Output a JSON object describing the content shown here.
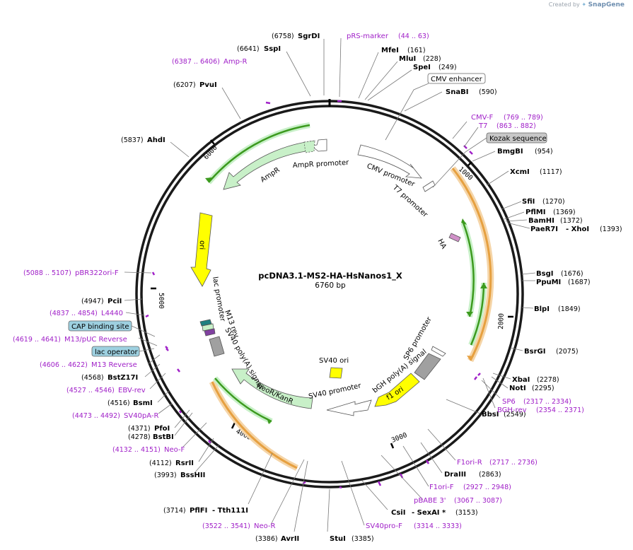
{
  "header": {
    "created_by": "Created by",
    "brand": "SnapGene"
  },
  "plasmid": {
    "name": "pcDNA3.1-MS2-HA-HsNanos1_X",
    "length_label": "6760 bp",
    "length": 6760
  },
  "ticks": [
    "1000",
    "2000",
    "3000",
    "4000",
    "5000",
    "6000"
  ],
  "sites": [
    {
      "name": "SgrDI",
      "pos": "(6758)"
    },
    {
      "name": "SspI",
      "pos": "(6641)"
    },
    {
      "name": "PvuI",
      "pos": "(6207)"
    },
    {
      "name": "AhdI",
      "pos": "(5837)"
    },
    {
      "name": "MfeI",
      "pos": "(161)"
    },
    {
      "name": "MluI",
      "pos": "(228)"
    },
    {
      "name": "SpeI",
      "pos": "(249)"
    },
    {
      "name": "SnaBI",
      "pos": "(590)"
    },
    {
      "name": "BmgBI",
      "pos": "(954)"
    },
    {
      "name": "XcmI",
      "pos": "(1117)"
    },
    {
      "name": "SfiI",
      "pos": "(1270)"
    },
    {
      "name": "PflMI",
      "pos": "(1369)"
    },
    {
      "name": "BamHI",
      "pos": "(1372)"
    },
    {
      "name": "PaeR7I",
      "pos": "(1393)",
      "extra": "- XhoI"
    },
    {
      "name": "BsgI",
      "pos": "(1676)"
    },
    {
      "name": "PpuMI",
      "pos": "(1687)"
    },
    {
      "name": "BlpI",
      "pos": "(1849)"
    },
    {
      "name": "BsrGI",
      "pos": "(2075)"
    },
    {
      "name": "XbaI",
      "pos": "(2278)"
    },
    {
      "name": "NotI",
      "pos": "(2295)"
    },
    {
      "name": "BbsI",
      "pos": "(2549)"
    },
    {
      "name": "DraIII",
      "pos": "(2863)"
    },
    {
      "name": "CsiI",
      "pos": "(3153)",
      "extra": "- SexAI *"
    },
    {
      "name": "StuI",
      "pos": "(3385)"
    },
    {
      "name": "AvrII",
      "pos": "(3386)"
    },
    {
      "name": "PflFI",
      "pos": "(3714)",
      "extra": "- Tth111I"
    },
    {
      "name": "BssHII",
      "pos": "(3993)"
    },
    {
      "name": "RsrII",
      "pos": "(4112)"
    },
    {
      "name": "BstBI",
      "pos": "(4278)"
    },
    {
      "name": "PfoI",
      "pos": "(4371)"
    },
    {
      "name": "BsmI",
      "pos": "(4516)"
    },
    {
      "name": "BstZ17I",
      "pos": "(4568)"
    },
    {
      "name": "PciI",
      "pos": "(4947)"
    }
  ],
  "primers": [
    {
      "name": "pRS-marker",
      "range": "(44 .. 63)"
    },
    {
      "name": "Amp-R",
      "range": "(6387 .. 6406)"
    },
    {
      "name": "CMV-F",
      "range": "(769 .. 789)"
    },
    {
      "name": "T7",
      "range": "(863 .. 882)"
    },
    {
      "name": "SP6",
      "range": "(2317 .. 2334)"
    },
    {
      "name": "BGH-rev",
      "range": "(2354 .. 2371)"
    },
    {
      "name": "F1ori-R",
      "range": "(2717 .. 2736)"
    },
    {
      "name": "F1ori-F",
      "range": "(2927 .. 2948)"
    },
    {
      "name": "pBABE 3'",
      "range": "(3067 .. 3087)"
    },
    {
      "name": "SV40pro-F",
      "range": "(3314 .. 3333)"
    },
    {
      "name": "Neo-R",
      "range": "(3522 .. 3541)"
    },
    {
      "name": "Neo-F",
      "range": "(4132 .. 4151)"
    },
    {
      "name": "SV40pA-R",
      "range": "(4473 .. 4492)"
    },
    {
      "name": "EBV-rev",
      "range": "(4527 .. 4546)"
    },
    {
      "name": "M13 Reverse",
      "range": "(4606 .. 4622)"
    },
    {
      "name": "M13/pUC Reverse",
      "range": "(4619 .. 4641)"
    },
    {
      "name": "L4440",
      "range": "(4837 .. 4854)"
    },
    {
      "name": "pBR322ori-F",
      "range": "(5088 .. 5107)"
    }
  ],
  "boxed_features": [
    "CMV enhancer",
    "Kozak sequence",
    "CAP binding site",
    "lac operator"
  ],
  "features": [
    "AmpR promoter",
    "AmpR",
    "CMV promoter",
    "T7 promoter",
    "ori",
    "HA",
    "lac promoter",
    "M13 rev",
    "SV40 poly(A) signal",
    "SV40 ori",
    "SP6 promoter",
    "bGH poly(A) signal",
    "f1 ori",
    "SV40 promoter",
    "NeoR/KanR"
  ],
  "colors": {
    "primer": "#a020c8",
    "ori": "#ffff00",
    "cds": "#c8f0c8",
    "cds_arrow": "#3c9a1e",
    "orange": "#e6a040",
    "promoter": "#ffffff",
    "gray": "#a0a0a0",
    "cap": "#9dd0e0",
    "kozak": "#c8c8c8"
  }
}
